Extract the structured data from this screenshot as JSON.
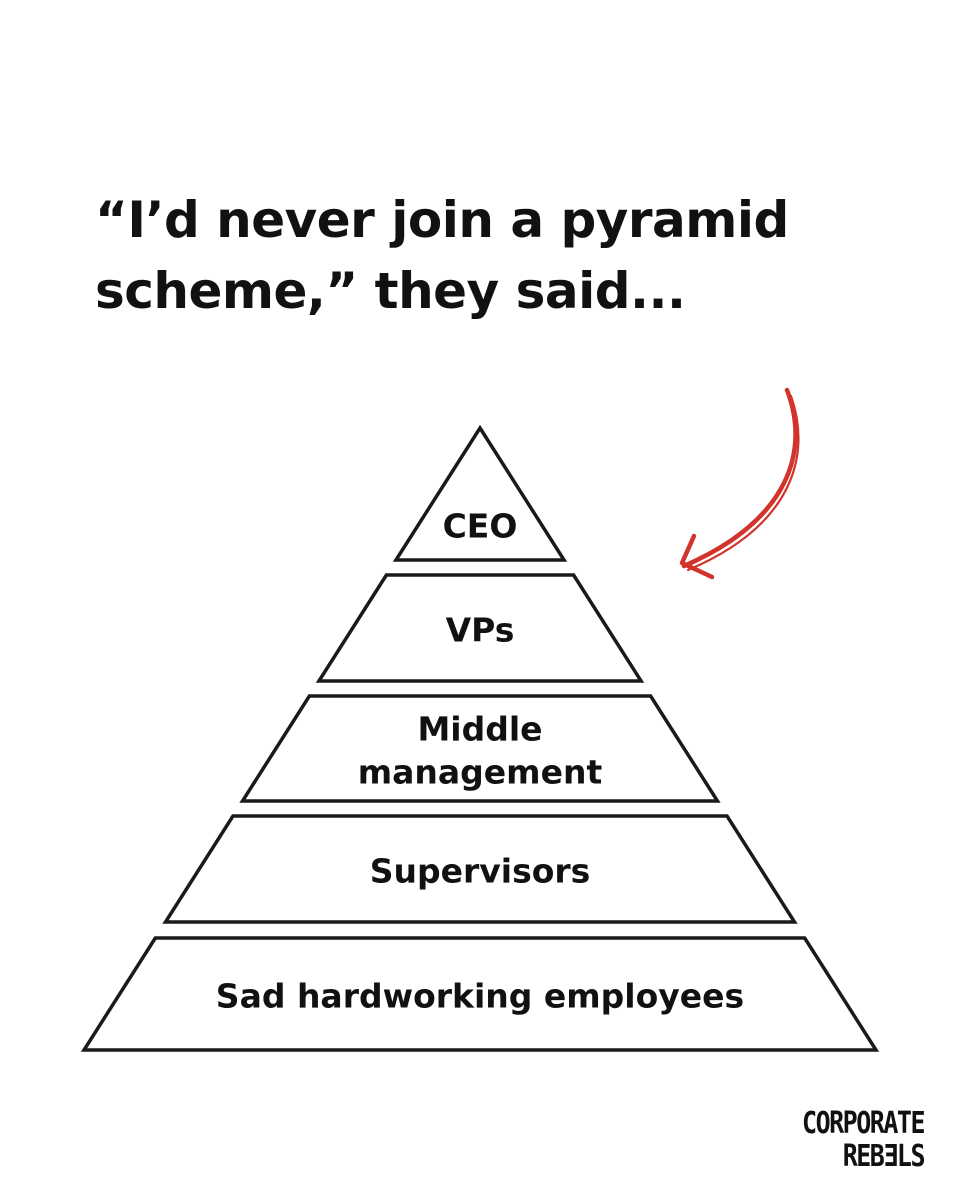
{
  "headline": {
    "line1": "“I’d never join a pyramid",
    "line2": "scheme,” they said..."
  },
  "pyramid": {
    "tiers": [
      {
        "lines": [
          "CEO"
        ]
      },
      {
        "lines": [
          "VPs"
        ]
      },
      {
        "lines": [
          "Middle",
          "management"
        ]
      },
      {
        "lines": [
          "Supervisors"
        ]
      },
      {
        "lines": [
          "Sad hardworking employees"
        ]
      }
    ]
  },
  "arrow": {
    "color": "#d2332a",
    "icon": "hand-drawn-curved-arrow-icon"
  },
  "logo": {
    "line1": "CORPORATE",
    "line2": "REBƎLS"
  }
}
